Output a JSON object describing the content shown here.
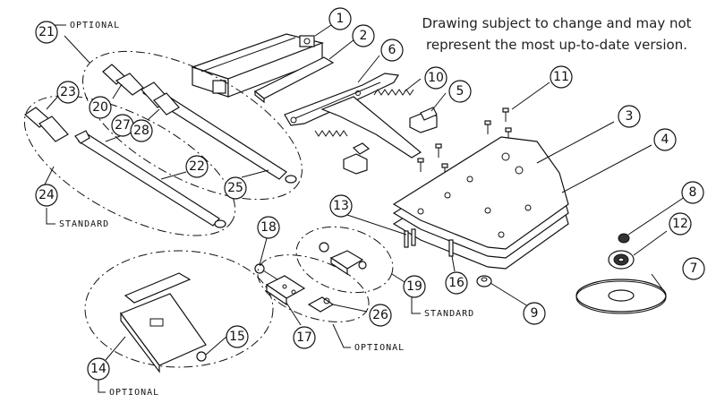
{
  "note": {
    "line1": "Drawing subject to change and may not",
    "line2": "represent the most up-to-date version."
  },
  "callouts": [
    "1",
    "2",
    "3",
    "4",
    "5",
    "6",
    "7",
    "8",
    "9",
    "10",
    "11",
    "12",
    "13",
    "14",
    "15",
    "16",
    "17",
    "18",
    "19",
    "20",
    "21",
    "22",
    "23",
    "24",
    "25",
    "26",
    "27",
    "28"
  ],
  "group_labels": {
    "g21": "OPTIONAL",
    "g24": "STANDARD",
    "g19": "STANDARD",
    "g26": "OPTIONAL",
    "g14": "OPTIONAL"
  }
}
